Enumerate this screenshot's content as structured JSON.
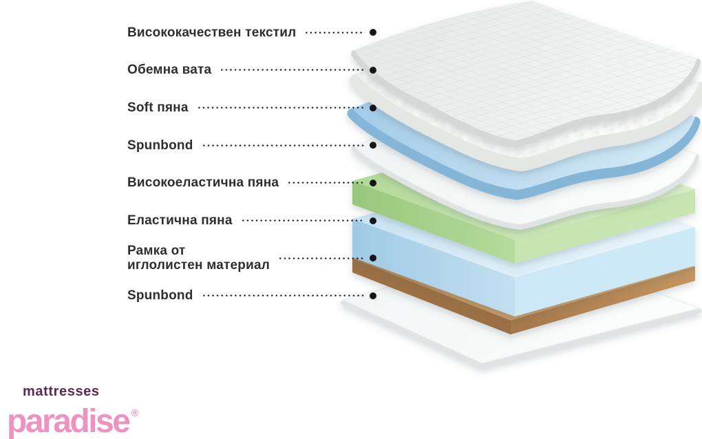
{
  "page": {
    "background": "#ffffff"
  },
  "labels": [
    {
      "text": "Висококачествен текстил",
      "layer": "quilted-textile-sheet"
    },
    {
      "text": "Обемна вата",
      "layer": "wadding-sheet"
    },
    {
      "text": "Soft пяна",
      "layer": "soft-foam-sheet"
    },
    {
      "text": "Spunbond",
      "layer": "spunbond-sheet-upper"
    },
    {
      "text": "Високоеластична пяна",
      "layer": "high-elastic-foam-block"
    },
    {
      "text": "Еластична пяна",
      "layer": "elastic-foam-block"
    },
    {
      "text": "Рамка от\nиглолистен материал",
      "layer": "wood-slat-frame"
    },
    {
      "text": "Spunbond",
      "layer": "spunbond-sheet-bottom"
    }
  ],
  "leader": {
    "dot_color": "#1a1a1a",
    "text_color": "#2e2e2e"
  },
  "logo": {
    "brand_top": "mattresses",
    "brand_main": "paradise",
    "registered": "®",
    "top_color": "#5a2b50",
    "main_color": "#ee93c1"
  },
  "illustration": {
    "layers": [
      {
        "name": "quilted-textile-sheet",
        "color": "#eceeed"
      },
      {
        "name": "wadding-sheet",
        "color": "#f3f5f3"
      },
      {
        "name": "soft-foam-sheet",
        "color": "#a9d0e9"
      },
      {
        "name": "spunbond-sheet-upper",
        "color": "#f5f7f7"
      },
      {
        "name": "high-elastic-foam-block",
        "color": "#bfe0a8"
      },
      {
        "name": "elastic-foam-block",
        "color": "#cfe6f4"
      },
      {
        "name": "wood-slat-frame",
        "color": "#c5985f"
      },
      {
        "name": "spunbond-sheet-bottom",
        "color": "#f7f9f9"
      }
    ]
  }
}
